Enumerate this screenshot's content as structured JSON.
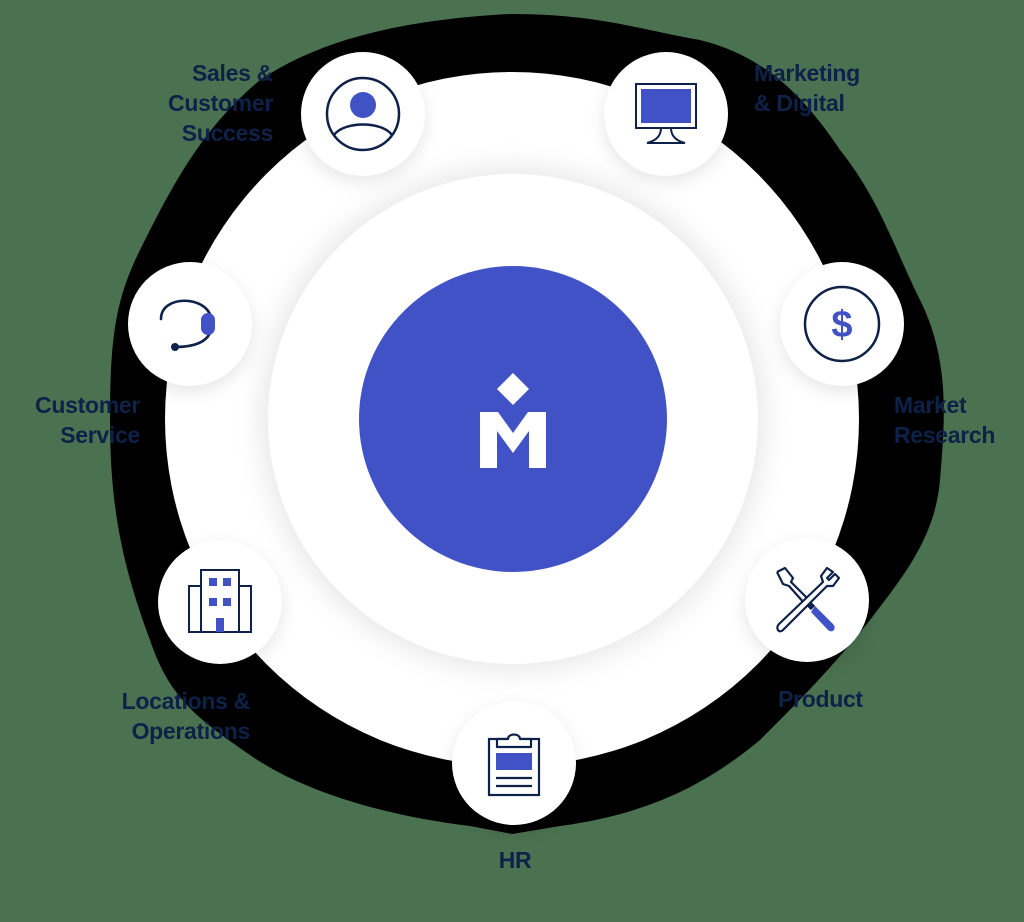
{
  "colors": {
    "background": "#4a7150",
    "ring": "#ffffff",
    "accent": "#4152c6",
    "text": "#0e2148",
    "icon_stroke": "#0e2148",
    "blob": "#000000"
  },
  "center": {
    "logo_letter": "M",
    "logo_icon": "m-diamond-logo-icon"
  },
  "nodes": [
    {
      "id": "sales",
      "label": "Sales &\nCustomer\nSuccess",
      "icon": "user-circle-icon"
    },
    {
      "id": "marketing",
      "label": "Marketing\n& Digital",
      "icon": "monitor-icon"
    },
    {
      "id": "market-research",
      "label": "Market\nResearch",
      "icon": "dollar-circle-icon"
    },
    {
      "id": "product",
      "label": "Product",
      "icon": "wrench-screwdriver-icon"
    },
    {
      "id": "hr",
      "label": "HR",
      "icon": "clipboard-icon"
    },
    {
      "id": "locations",
      "label": "Locations &\nOperations",
      "icon": "building-icon"
    },
    {
      "id": "customer-service",
      "label": "Customer\nService",
      "icon": "headset-icon"
    }
  ]
}
